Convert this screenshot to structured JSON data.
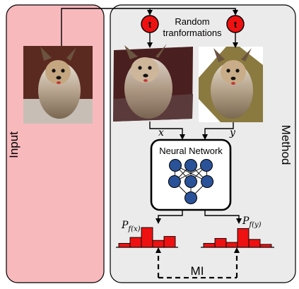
{
  "panels": {
    "input_label": "Input",
    "method_label": "Method"
  },
  "transforms": {
    "node_symbol": "t",
    "caption_line1": "Random",
    "caption_line2": "tranformations"
  },
  "images": {
    "input": "photo-of-yorkshire-terrier",
    "view_x": "photo-of-yorkshire-terrier-transformed",
    "view_y": "photo-of-yorkshire-terrier-transformed"
  },
  "variables": {
    "x": "x",
    "y": "y"
  },
  "network": {
    "title": "Neural Network",
    "layers": [
      3,
      3,
      1
    ]
  },
  "distributions": {
    "left": {
      "p": "P",
      "sub": "f(x)",
      "values": [
        0.2,
        0.5,
        1.0,
        0.35,
        0.55
      ]
    },
    "right": {
      "p": "P",
      "sub": "f(y)",
      "values": [
        0.2,
        0.45,
        0.25,
        0.95,
        0.4,
        0.15
      ]
    }
  },
  "mi_label": "MI",
  "colors": {
    "input_panel": "#f8b9bd",
    "method_panel": "#ebebeb",
    "transform_node": "#ee1111",
    "network_node": "#2a5298",
    "bar": "#ee1111"
  }
}
